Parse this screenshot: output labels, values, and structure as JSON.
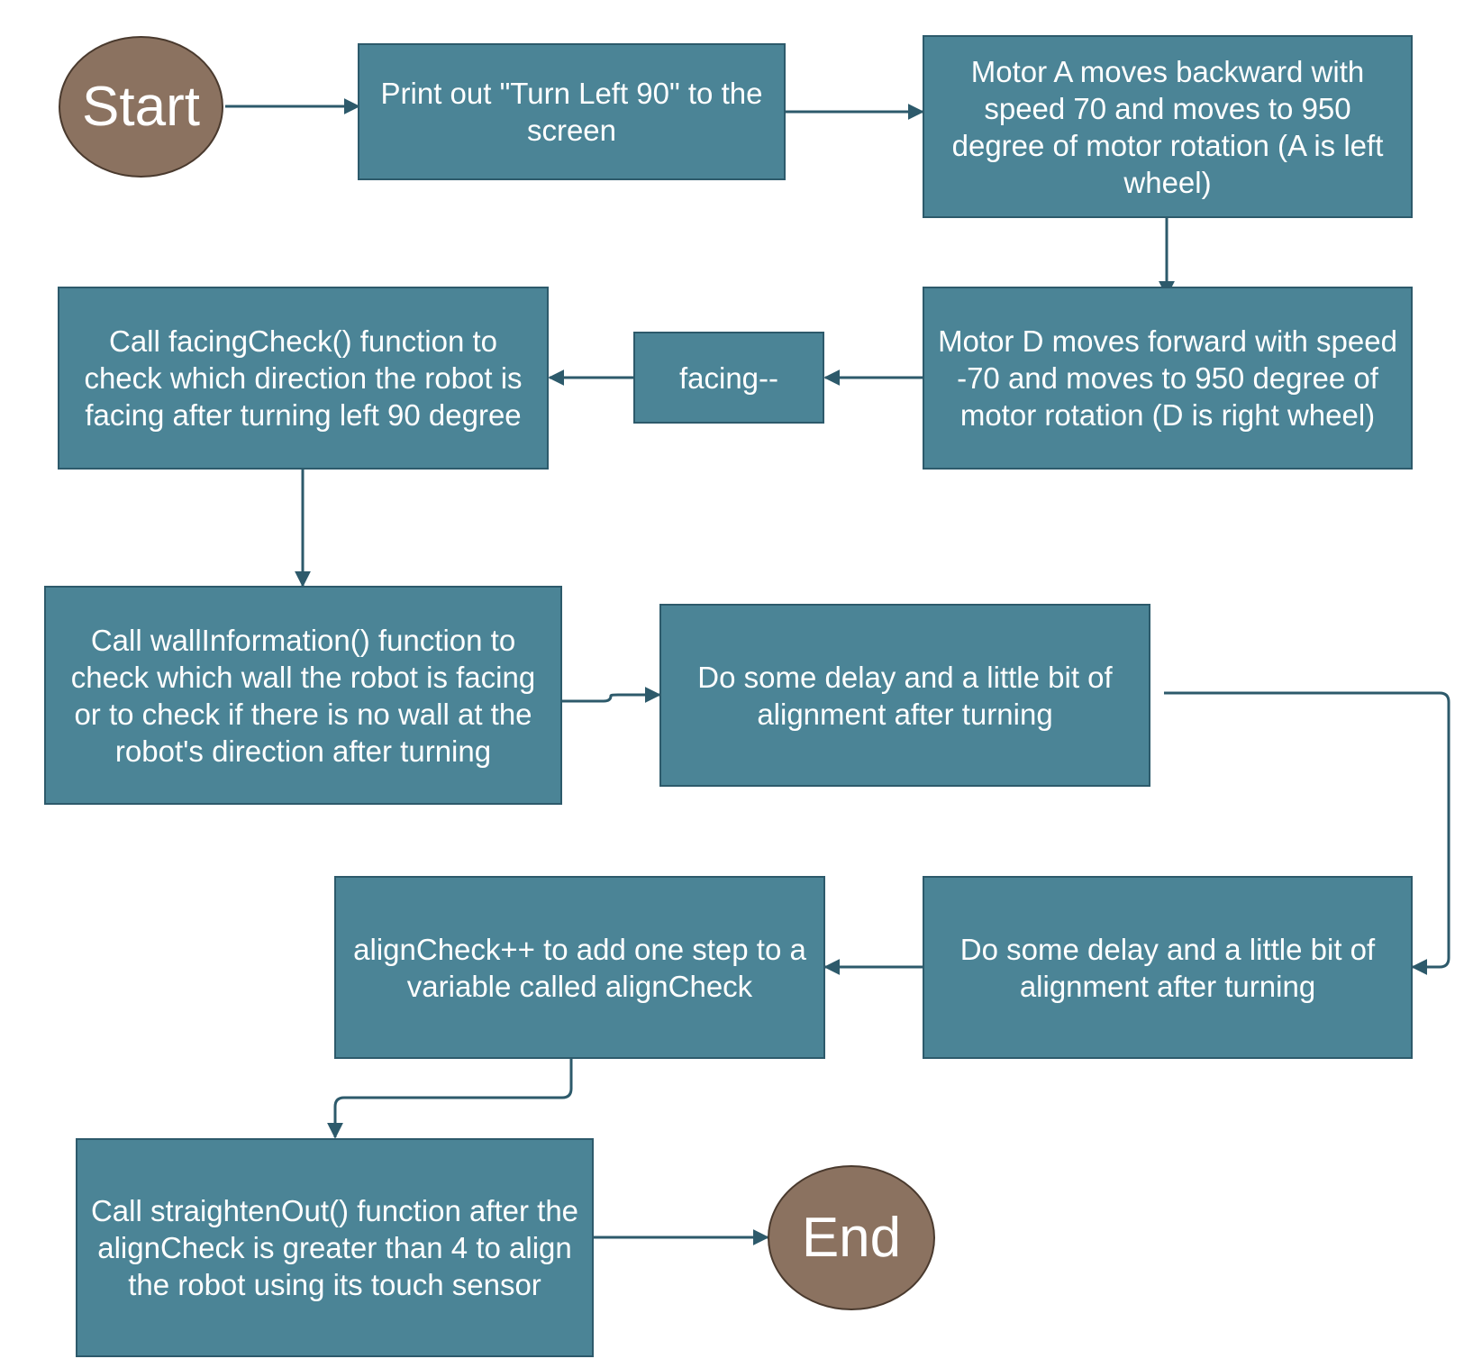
{
  "colors": {
    "process_fill": "#4b8496",
    "process_border": "#2d5a6b",
    "terminal_fill": "#8b7260",
    "terminal_border": "#4a3a2e",
    "connector": "#2d5a6b"
  },
  "nodes": {
    "start": "Start",
    "print_turn_left": "Print out \"Turn Left 90\" to the screen",
    "motor_a": "Motor A moves backward with speed 70 and moves to 950 degree of motor rotation (A is left wheel)",
    "motor_d": "Motor D moves forward with speed -70 and moves to 950 degree of motor rotation (D is right wheel)",
    "facing_decrement": "facing--",
    "facing_check": "Call facingCheck() function to check which direction the robot is facing after turning left 90 degree",
    "wall_information": "Call wallInformation() function to check which wall the robot is facing or to check if there is no wall at the robot's direction after turning",
    "delay_align_1": "Do some delay and a little bit of alignment after turning",
    "delay_align_2": "Do some delay and a little bit of alignment after turning",
    "align_check_increment": "alignCheck++ to add one step to a variable called alignCheck",
    "straighten_out": "Call straightenOut() function after the alignCheck is greater than 4 to align the robot using its touch sensor",
    "end": "End"
  },
  "connections": [
    [
      "start",
      "print_turn_left"
    ],
    [
      "print_turn_left",
      "motor_a"
    ],
    [
      "motor_a",
      "motor_d"
    ],
    [
      "motor_d",
      "facing_decrement"
    ],
    [
      "facing_decrement",
      "facing_check"
    ],
    [
      "facing_check",
      "wall_information"
    ],
    [
      "wall_information",
      "delay_align_1"
    ],
    [
      "delay_align_1",
      "delay_align_2"
    ],
    [
      "delay_align_2",
      "align_check_increment"
    ],
    [
      "align_check_increment",
      "straighten_out"
    ],
    [
      "straighten_out",
      "end"
    ]
  ]
}
